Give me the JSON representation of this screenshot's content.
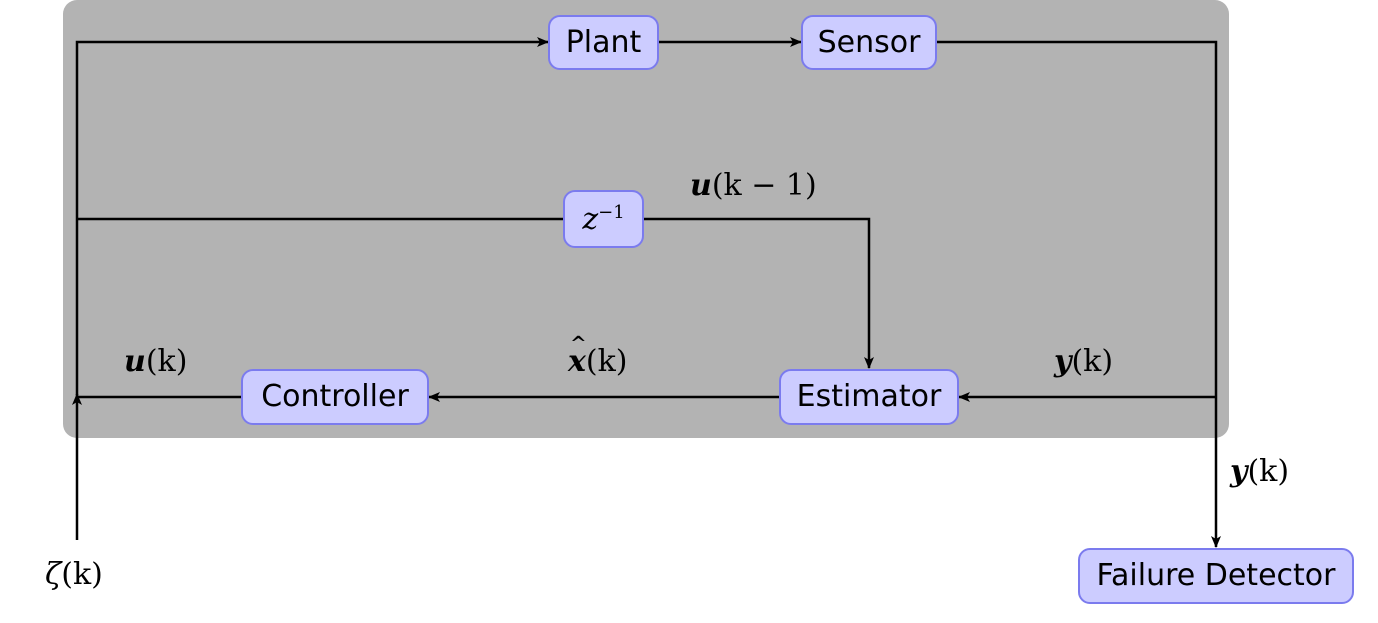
{
  "blocks": {
    "plant": "Plant",
    "sensor": "Sensor",
    "delay_base": "z",
    "delay_exp": "−1",
    "controller": "Controller",
    "estimator": "Estimator",
    "failure_detector": "Failure Detector"
  },
  "signals": {
    "u_k_minus_1": {
      "name": "u",
      "arg": "(k − 1)"
    },
    "u_k": {
      "name": "u",
      "arg": "(k)"
    },
    "x_hat_k": {
      "name": "x",
      "arg": "(k)"
    },
    "y_k_estimator": {
      "name": "y",
      "arg": "(k)"
    },
    "y_k_detector": {
      "name": "y",
      "arg": "(k)"
    },
    "zeta_k": {
      "name": "ζ",
      "arg": "(k)"
    }
  },
  "colors": {
    "region_fill": "#b3b3b3",
    "block_fill": "#ccccff",
    "block_border": "#7b7bee",
    "wire": "#000000"
  }
}
